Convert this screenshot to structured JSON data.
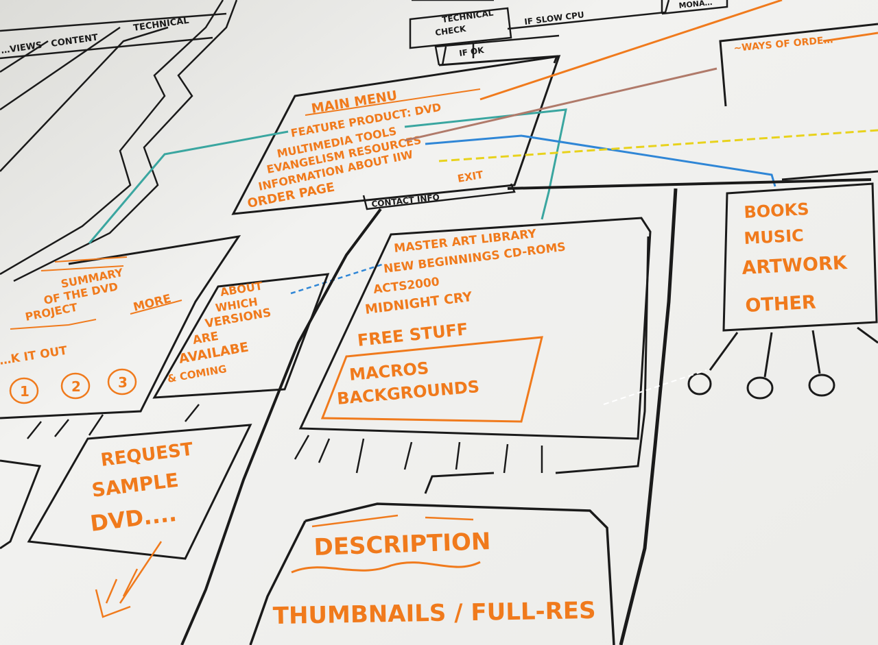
{
  "colors": {
    "board": "#eeeeec",
    "ink": "#1a1a1a",
    "orange": "#f07a1c",
    "teal": "#3aa6a0",
    "blue": "#2f86d6",
    "yellow": "#e8d21c",
    "brown": "#b07a6a"
  },
  "top_left_table": {
    "headers": [
      "…VIEWS",
      "CONTENT",
      "TECHNICAL"
    ]
  },
  "top_flow": {
    "technical_check": [
      "TECHNICAL",
      "CHECK"
    ],
    "if_slow_cpu": "IF SLOW CPU",
    "top_right_fragment": "MONA…",
    "if_ok": "IF OK"
  },
  "main_menu": {
    "title": "MAIN MENU",
    "items": [
      "FEATURE PRODUCT: DVD",
      "MULTIMEDIA TOOLS",
      "EVANGELISM RESOURCES",
      "INFORMATION ABOUT IIW",
      "ORDER PAGE"
    ],
    "exit": "EXIT",
    "contact": "CONTACT INFO"
  },
  "ways_of_order": "~WAYS OF ORDE…",
  "categories": {
    "items": [
      "BOOKS",
      "MUSIC",
      "ARTWORK",
      "OTHER"
    ]
  },
  "summary": {
    "lines": [
      "SUMMARY",
      "OF THE DVD",
      "PROJECT"
    ],
    "more": "MORE",
    "check_out": "…K IT OUT",
    "steps": [
      "1",
      "2",
      "3"
    ]
  },
  "versions": {
    "lines": [
      "ABOUT",
      "WHICH",
      "VERSIONS",
      "ARE",
      "AVAILABE",
      "& COMING"
    ]
  },
  "multimedia": {
    "items": [
      "MASTER ART LIBRARY",
      "NEW BEGINNINGS CD-ROMS",
      "ACTS2000",
      "MIDNIGHT CRY"
    ],
    "free_stuff": "FREE STUFF",
    "free_items": [
      "MACROS",
      "BACKGROUNDS"
    ]
  },
  "request": {
    "lines": [
      "REQUEST",
      "SAMPLE",
      "DVD...."
    ]
  },
  "description": {
    "title": "DESCRIPTION",
    "thumbnails": "THUMBNAILS / FULL-RES"
  }
}
